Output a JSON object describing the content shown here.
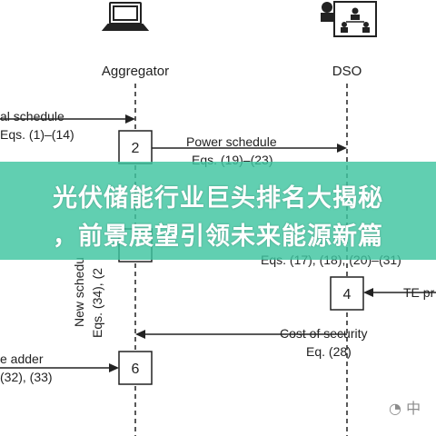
{
  "actors": {
    "left": "Aggregator",
    "right": "DSO"
  },
  "steps": [
    "2",
    "4",
    "6"
  ],
  "labels": {
    "left_schedule": "al schedule",
    "left_schedule_eqs": "Eqs. (1)–(14)",
    "power_schedule": "Power schedule",
    "power_schedule_eqs": "Eqs. (19)–(23)",
    "eqs_right": "Eqs. (17), (18), (20)–(31)",
    "te": "TE pr",
    "new_schedule": "New schedu",
    "new_schedule_eqs": "Eqs. (34), (2",
    "cost_of_security": "Cost of security",
    "cost_eq": "Eq. (28)",
    "adder": "e adder",
    "adder_eqs": "(32), (33)"
  },
  "banner": {
    "line1": "光伏储能行业巨头排名大揭秘",
    "line2": "，前景展望引领未来能源新篇"
  },
  "watermark": "中"
}
